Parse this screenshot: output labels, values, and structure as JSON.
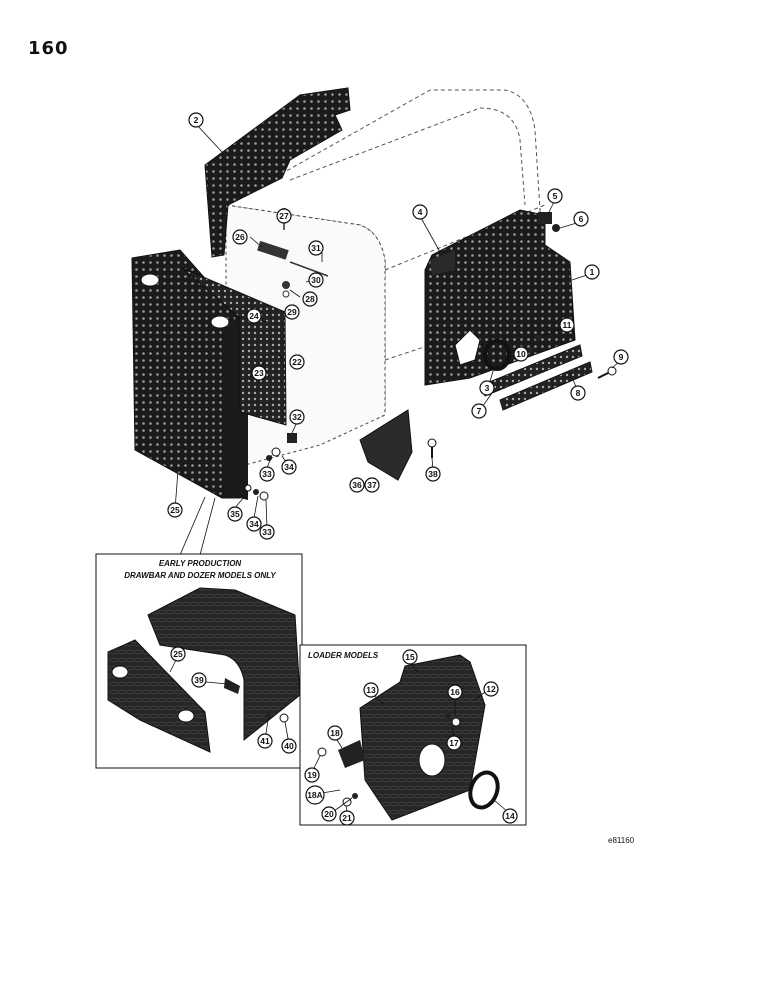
{
  "page_number": "160",
  "reference_code": "e81160",
  "inset_early": {
    "title_line1": "EARLY PRODUCTION",
    "title_line2": "DRAWBAR AND DOZER MODELS ONLY"
  },
  "inset_loader": {
    "title": "LOADER MODELS"
  },
  "callouts": {
    "c1": "1",
    "c2": "2",
    "c3": "3",
    "c4": "4",
    "c5": "5",
    "c6": "6",
    "c7": "7",
    "c8": "8",
    "c9": "9",
    "c10": "10",
    "c11": "11",
    "c12": "12",
    "c13": "13",
    "c14": "14",
    "c15": "15",
    "c16": "16",
    "c17": "17",
    "c18": "18",
    "c18a": "18A",
    "c19": "19",
    "c20": "20",
    "c21": "21",
    "c22": "22",
    "c23": "23",
    "c24": "24",
    "c25a": "25",
    "c25b": "25",
    "c26": "26",
    "c27": "27",
    "c28": "28",
    "c29": "29",
    "c30": "30",
    "c31": "31",
    "c32": "32",
    "c33a": "33",
    "c33b": "33",
    "c34a": "34",
    "c34b": "34",
    "c35": "35",
    "c36": "36",
    "c37": "37",
    "c38": "38",
    "c39": "39",
    "c40": "40",
    "c41": "41"
  }
}
